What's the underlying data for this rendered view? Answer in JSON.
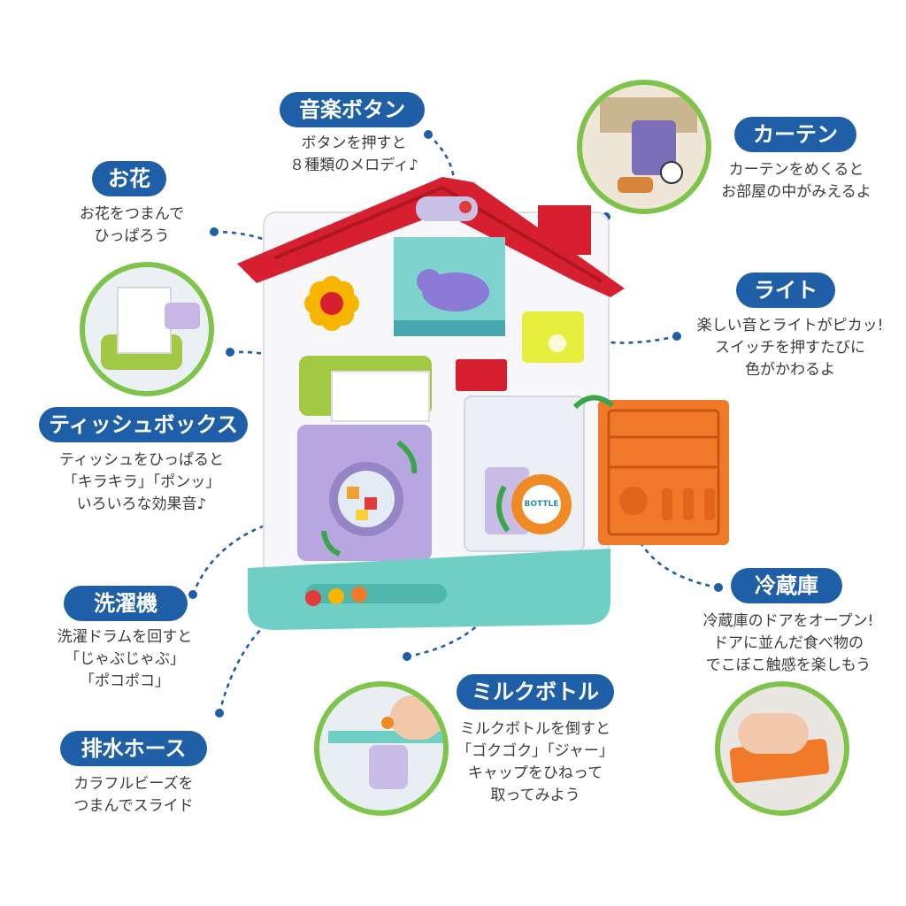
{
  "features": {
    "music": {
      "title": "音楽ボタン",
      "line1": "ボタンを押すと",
      "line2": "８種類のメロディ♪"
    },
    "flower": {
      "title": "お花",
      "line1": "お花をつまんで",
      "line2": "ひっぱろう"
    },
    "curtain": {
      "title": "カーテン",
      "line1": "カーテンをめくると",
      "line2": "お部屋の中がみえるよ"
    },
    "light": {
      "title": "ライト",
      "line1": "楽しい音とライトがピカッ!",
      "line2": "スイッチを押すたびに",
      "line3": "色がかわるよ"
    },
    "tissue": {
      "title": "ティッシュボックス",
      "line1": "ティッシュをひっぱると",
      "line2": "「キラキラ」「ポンッ」",
      "line3": "いろいろな効果音♪"
    },
    "washer": {
      "title": "洗濯機",
      "line1": "洗濯ドラムを回すと",
      "line2": "「じゃぶじゃぶ」",
      "line3": "「ポコポコ」"
    },
    "fridge": {
      "title": "冷蔵庫",
      "line1": "冷蔵庫のドアをオープン!",
      "line2": "ドアに並んだ食べ物の",
      "line3": "でこぼこ触感を楽しもう"
    },
    "hose": {
      "title": "排水ホース",
      "line1": "カラフルビーズを",
      "line2": "つまんでスライド"
    },
    "milk": {
      "title": "ミルクボトル",
      "line1": "ミルクボトルを倒すと",
      "line2": "「ゴクゴク」「ジャー」",
      "line3": "キャップをひねって",
      "line4": "取ってみよう"
    }
  },
  "toy": {
    "bottle_label": "BOTTLE"
  },
  "colors": {
    "pill": "#1f5fa8",
    "circle_border": "#7ec34a",
    "roof": "#d6202f",
    "base": "#6fcfc4",
    "washer": "#b7a6df",
    "fridge_door": "#f07a2a"
  }
}
